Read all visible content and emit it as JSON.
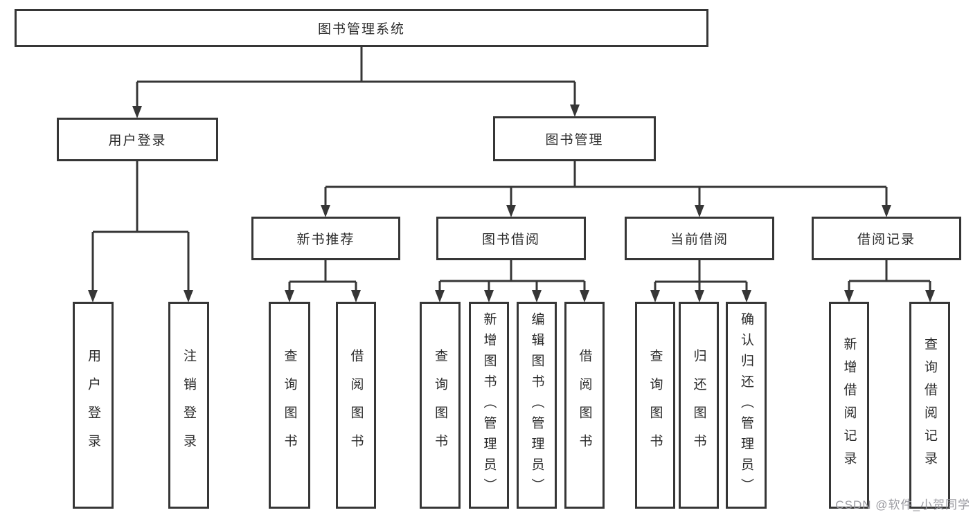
{
  "tree": {
    "label": "图书管理系统",
    "children": [
      {
        "label": "用户登录",
        "children": [
          {
            "label": "用户登录"
          },
          {
            "label": "注销登录"
          }
        ]
      },
      {
        "label": "图书管理",
        "children": [
          {
            "label": "新书推荐",
            "children": [
              {
                "label": "查询图书"
              },
              {
                "label": "借阅图书"
              }
            ]
          },
          {
            "label": "图书借阅",
            "children": [
              {
                "label": "查询图书"
              },
              {
                "label": "新增图书（管理员）"
              },
              {
                "label": "编辑图书（管理员）"
              },
              {
                "label": "借阅图书"
              }
            ]
          },
          {
            "label": "当前借阅",
            "children": [
              {
                "label": "查询图书"
              },
              {
                "label": "归还图书"
              },
              {
                "label": "确认归还（管理员）"
              }
            ]
          },
          {
            "label": "借阅记录",
            "children": [
              {
                "label": "新增借阅记录"
              },
              {
                "label": "查询借阅记录"
              }
            ]
          }
        ]
      }
    ]
  },
  "watermark": {
    "text": "CSDN @软件_小贺同学"
  },
  "colors": {
    "line": "#363636",
    "box_border": "#363636",
    "text": "#2b2b2b",
    "watermark": "#9b9ba1",
    "background": "#ffffff"
  }
}
